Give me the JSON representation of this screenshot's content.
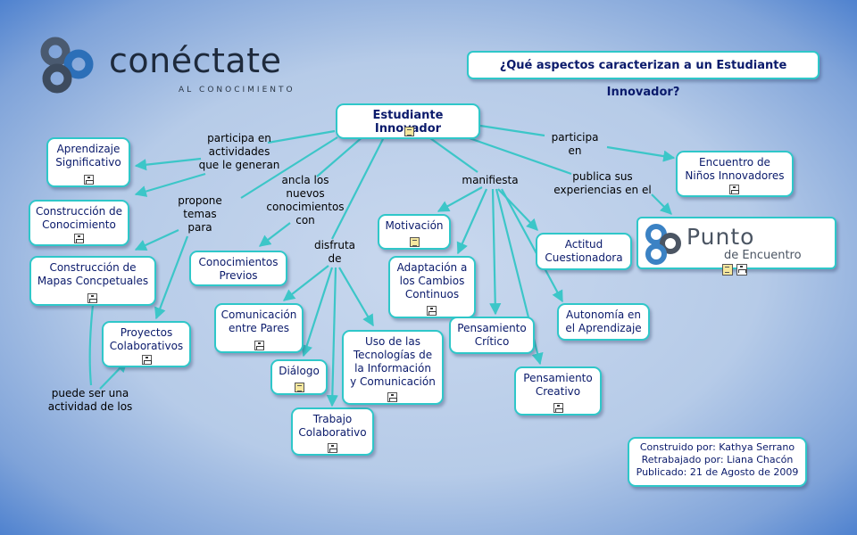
{
  "logo": {
    "title": "conéctate",
    "subtitle": "AL CONOCIMIENTO"
  },
  "question": "¿Qué aspectos caracterizan a un Estudiante Innovador?",
  "concepts": {
    "estudiante_innovador": "Estudiante Innovador",
    "aprendizaje_significativo": "Aprendizaje\nSignificativo",
    "construccion_conocimiento": "Construcción de\nConocimiento",
    "construccion_mapas": "Construcción de\nMapas Concpetuales",
    "proyectos_colaborativos": "Proyectos\nColaborativos",
    "conocimientos_previos": "Conocimientos\nPrevios",
    "comunicacion_pares": "Comunicación\nentre Pares",
    "dialogo": "Diálogo",
    "trabajo_colaborativo": "Trabajo\nColaborativo",
    "uso_tecnologias": "Uso de las\nTecnologías de la Información\ny Comunicación",
    "motivacion": "Motivación",
    "adaptacion": "Adaptación a\nlos Cambios\nContinuos",
    "pensamiento_critico": "Pensamiento\nCrítico",
    "pensamiento_creativo": "Pensamiento\nCreativo",
    "actitud_cuestionadora": "Actitud\nCuestionadora",
    "autonomia": "Autonomía en\nel Aprendizaje",
    "encuentro_ninos": "Encuentro de\nNiños Innovadores"
  },
  "punto_encuentro": {
    "title": "Punto",
    "subtitle": "de Encuentro"
  },
  "linking_phrases": {
    "participa_actividades": "participa en\nactividades\nque le generan",
    "propone_temas": "propone\ntemas\npara",
    "ancla": "ancla los\nnuevos\nconocimientos\ncon",
    "disfruta": "disfruta\nde",
    "manifiesta": "manifiesta",
    "participa_en": "participa\nen",
    "publica": "publica sus\nexperiencias en el",
    "puede_ser": "puede ser una\nactividad de los"
  },
  "credits": {
    "line1": "Construido por: Kathya Serrano",
    "line2": "Retrabajado por: Liana Chacón",
    "line3": "Publicado: 21 de Agosto de 2009"
  },
  "colors": {
    "link": "#3cc6c8",
    "node_border": "#2fc7c9",
    "node_text": "#0a1a6b"
  }
}
